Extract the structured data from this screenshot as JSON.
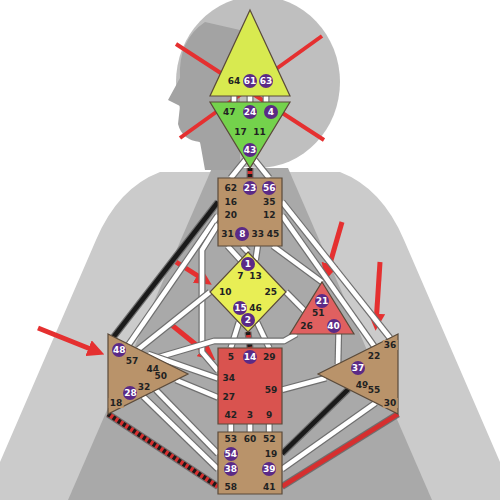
{
  "diagram": {
    "nodes": [
      {
        "text": [
          "64",
          "61",
          "63"
        ]
      },
      {
        "text": [
          "47",
          "24",
          "4",
          "17",
          "11",
          "43"
        ]
      },
      {
        "text": [
          "62",
          "23",
          "56",
          "16",
          "35",
          "20",
          "12",
          "31",
          "8",
          "33",
          "45"
        ]
      },
      {
        "text": [
          "1",
          "7",
          "13",
          "10",
          "25",
          "15",
          "46",
          "2"
        ]
      },
      {
        "text": [
          "21",
          "51",
          "26",
          "40"
        ]
      },
      {
        "text": [
          "48",
          "57",
          "44",
          "50",
          "32",
          "28",
          "18"
        ]
      },
      {
        "text": [
          "5",
          "14",
          "29",
          "34",
          "59",
          "27",
          "42",
          "3",
          "9"
        ]
      },
      {
        "text": [
          "36",
          "22",
          "37",
          "49",
          "55",
          "30"
        ]
      },
      {
        "text": [
          "53",
          "60",
          "52",
          "54",
          "19",
          "38",
          "39",
          "58",
          "41"
        ]
      }
    ],
    "edges": [
      {
        "from": 0,
        "to": 1,
        "arrow": "none"
      },
      {
        "from": 0,
        "to": 1,
        "arrow": "none"
      },
      {
        "from": 0,
        "to": 1,
        "arrow": "none"
      },
      {
        "from": 1,
        "to": 2,
        "arrow": "none"
      },
      {
        "from": 1,
        "to": 2,
        "arrow": "none"
      },
      {
        "from": 1,
        "to": 2,
        "arrow": "none"
      },
      {
        "from": 2,
        "to": 3,
        "arrow": "none"
      },
      {
        "from": 2,
        "to": 3,
        "arrow": "none"
      },
      {
        "from": 2,
        "to": 3,
        "arrow": "none"
      },
      {
        "from": 2,
        "to": 5,
        "arrow": "none"
      },
      {
        "from": 2,
        "to": 5,
        "arrow": "none"
      },
      {
        "from": 2,
        "to": 6,
        "arrow": "none"
      },
      {
        "from": 2,
        "to": 4,
        "arrow": "none"
      },
      {
        "from": 2,
        "to": 7,
        "arrow": "none"
      },
      {
        "from": 2,
        "to": 7,
        "arrow": "none"
      },
      {
        "from": 3,
        "to": 4,
        "arrow": "none"
      },
      {
        "from": 3,
        "to": 5,
        "arrow": "none"
      },
      {
        "from": 3,
        "to": 6,
        "arrow": "none"
      },
      {
        "from": 3,
        "to": 6,
        "arrow": "none"
      },
      {
        "from": 3,
        "to": 6,
        "arrow": "none"
      },
      {
        "from": 4,
        "to": 5,
        "arrow": "none"
      },
      {
        "from": 4,
        "to": 7,
        "arrow": "none"
      },
      {
        "from": 6,
        "to": 5,
        "arrow": "none"
      },
      {
        "from": 6,
        "to": 5,
        "arrow": "none"
      },
      {
        "from": 6,
        "to": 7,
        "arrow": "none"
      },
      {
        "from": 6,
        "to": 8,
        "arrow": "none"
      },
      {
        "from": 6,
        "to": 8,
        "arrow": "none"
      },
      {
        "from": 6,
        "to": 8,
        "arrow": "none"
      },
      {
        "from": 5,
        "to": 8,
        "arrow": "none"
      },
      {
        "from": 5,
        "to": 8,
        "arrow": "none"
      },
      {
        "from": 5,
        "to": 8,
        "arrow": "none"
      },
      {
        "from": 7,
        "to": 8,
        "arrow": "none"
      },
      {
        "from": 7,
        "to": 8,
        "arrow": "none"
      },
      {
        "from": 7,
        "to": 8,
        "arrow": "none"
      }
    ]
  }
}
